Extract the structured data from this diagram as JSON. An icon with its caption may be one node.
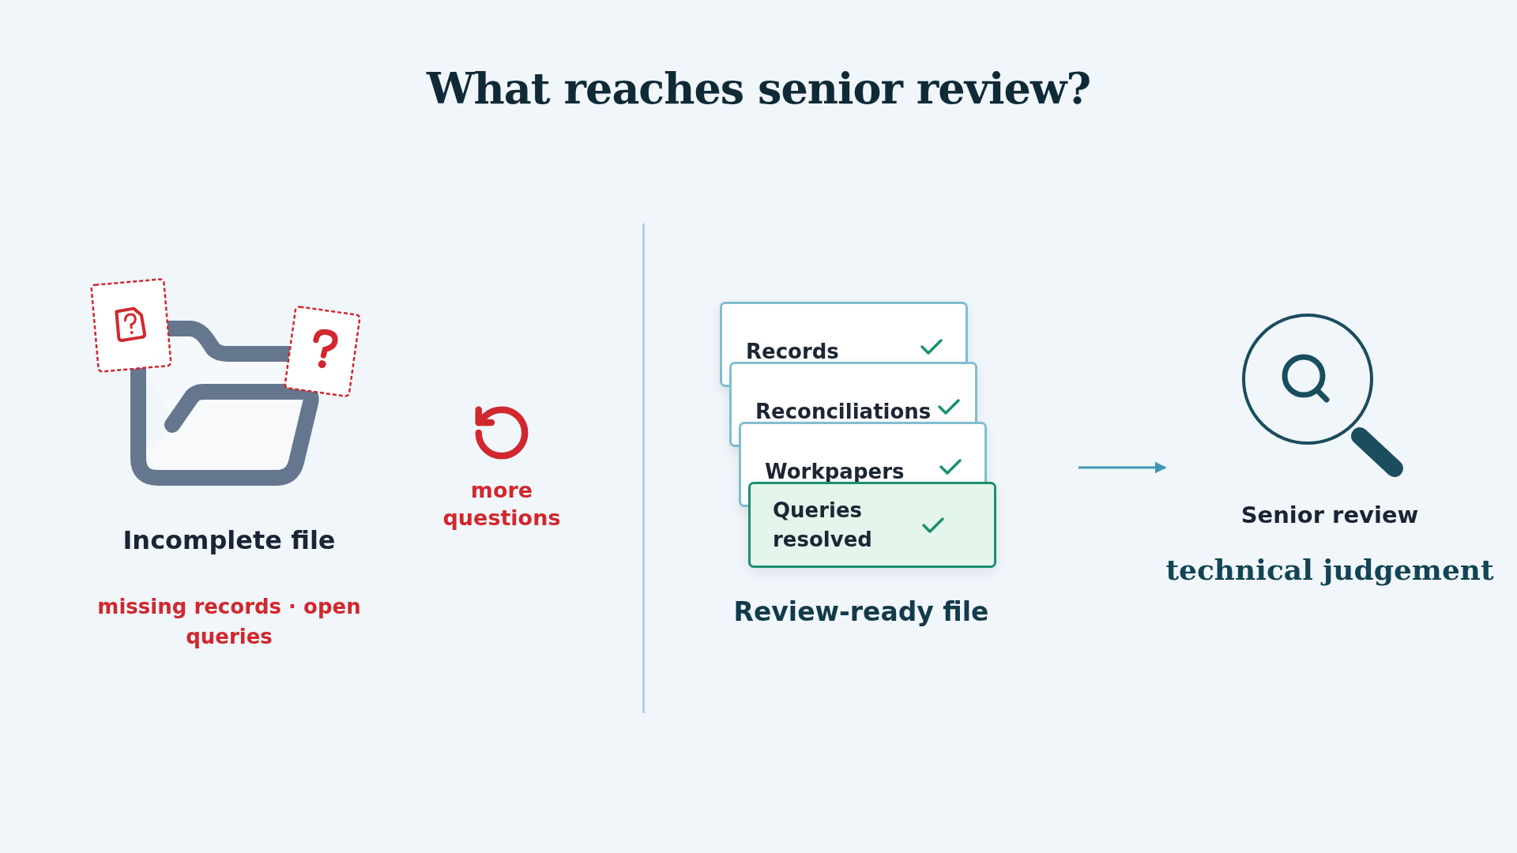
{
  "diagram": {
    "title": "What reaches senior review?",
    "nodes": [
      {
        "text": [
          "Incomplete file",
          "missing records · open queries"
        ]
      },
      {
        "text": [
          "Review-ready file"
        ]
      },
      {
        "text": [
          "Records"
        ],
        "in": 1
      },
      {
        "text": [
          "Reconciliations"
        ],
        "in": 1
      },
      {
        "text": [
          "Workpapers"
        ],
        "in": 1
      },
      {
        "text": [
          "Queries resolved"
        ],
        "in": 1
      },
      {
        "text": [
          "Senior review",
          "technical judgement"
        ]
      }
    ],
    "edges": [
      {
        "from": 1,
        "to": 6,
        "arrow": "to"
      }
    ],
    "labels": [
      "more questions"
    ]
  }
}
